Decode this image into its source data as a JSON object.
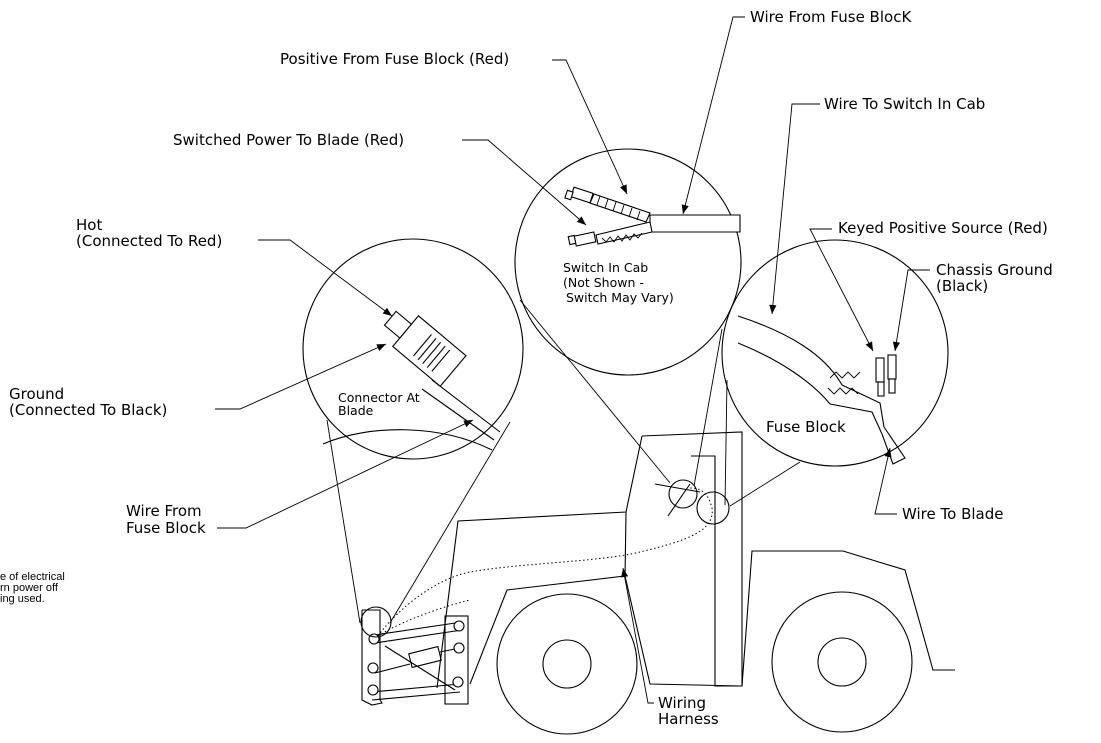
{
  "labels": {
    "wire_from_fuse_block_top": "Wire From Fuse BlocK",
    "positive_from_fuse_block": "Positive From Fuse Block (Red)",
    "wire_to_switch_in_cab": "Wire To Switch In Cab",
    "switched_power_to_blade": "Switched Power To Blade (Red)",
    "keyed_positive_source": "Keyed Positive Source (Red)",
    "hot_line1": "Hot",
    "hot_line2": "(Connected To Red)",
    "chassis_ground_line1": "Chassis Ground",
    "chassis_ground_line2": "(Black)",
    "switch_in_cab_line1": "Switch In Cab",
    "switch_in_cab_line2": "(Not Shown -",
    "switch_in_cab_line3": "Switch May Vary)",
    "ground_line1": "Ground",
    "ground_line2": "(Connected To Black)",
    "connector_at_blade_line1": "Connector At",
    "connector_at_blade_line2": "Blade",
    "fuse_block": "Fuse Block",
    "wire_from_fuse_block_left_line1": "Wire From",
    "wire_from_fuse_block_left_line2": "Fuse Block",
    "wire_to_blade": "Wire To Blade",
    "wiring_harness_line1": "Wiring",
    "wiring_harness_line2": "Harness",
    "note_line1": "e of electrical",
    "note_line2": "rn power off",
    "note_line3": "ing used."
  },
  "icons": [
    "arrow-head-icon"
  ],
  "colors": {
    "line": "#000000",
    "background": "#ffffff"
  }
}
